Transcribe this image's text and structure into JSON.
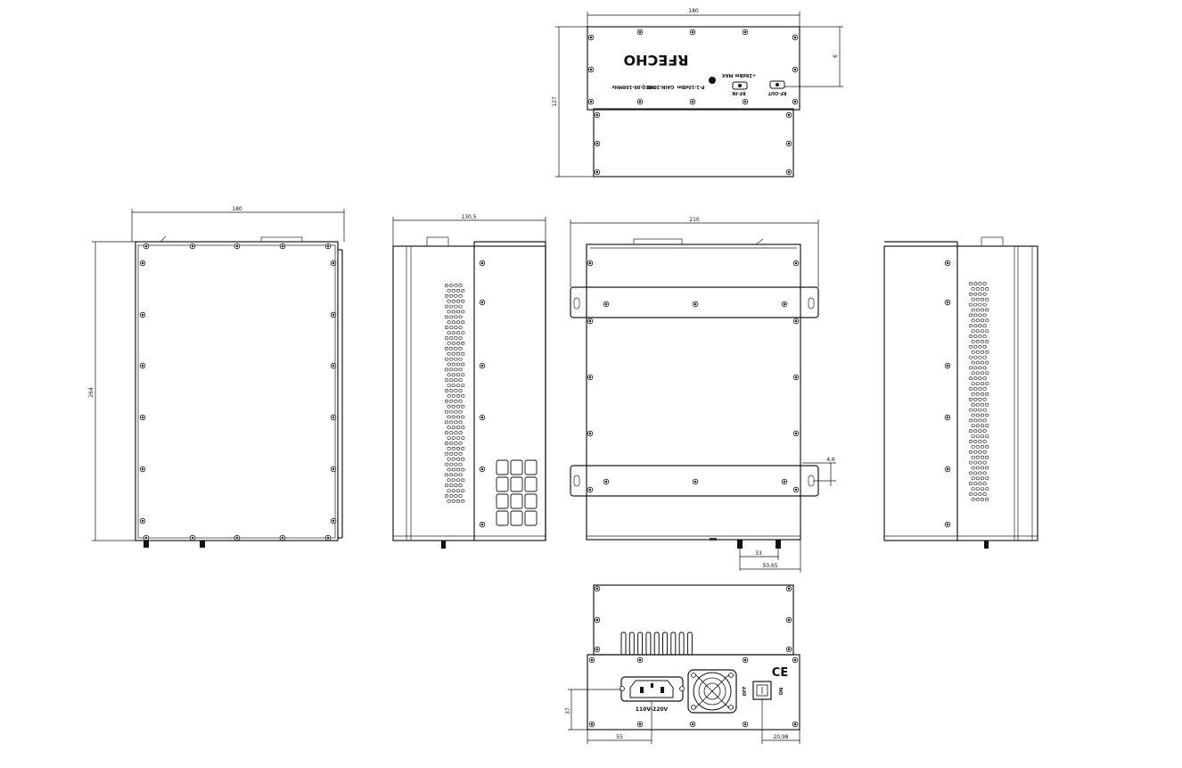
{
  "top_view": {
    "brand": "RFECHO",
    "width_dim": "180",
    "height_dim": "127",
    "offset_dim": "6",
    "labels": [
      "FREQ:88-108MHz",
      "GAIN:20dB",
      "P-1:10dBm",
      "+28dBm MAX",
      "RF-IN",
      "RF-OUT"
    ]
  },
  "side_views": {
    "left_width": "180",
    "left_height": "264",
    "middle_width": "130,5",
    "front_width": "210",
    "hole_dim": "4,6",
    "conn_spacing": "33",
    "conn_offset": "50,65"
  },
  "rear_view": {
    "ce_mark": "CE",
    "power_label": "110V-220V",
    "switch_off": "OFF",
    "switch_on": "ON",
    "socket_height": "37",
    "socket_offset": "55",
    "switch_offset": "20,98"
  },
  "icons": {
    "fan": "fan-grille-icon",
    "power_socket": "iec-power-socket-icon",
    "switch": "rocker-switch-icon",
    "ce": "ce-mark-icon"
  }
}
